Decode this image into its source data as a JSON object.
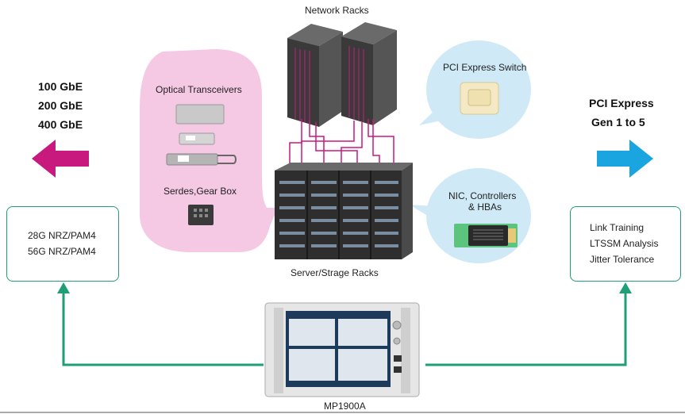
{
  "network_racks_label": "Network Racks",
  "server_racks_label": "Server/Strage Racks",
  "instrument_label": "MP1900A",
  "left_panel": {
    "speeds": [
      "100 GbE",
      "200 GbE",
      "400 GbE"
    ],
    "arrow_color": "#c8197f",
    "box_lines": [
      "28G NRZ/PAM4",
      "56G NRZ/PAM4"
    ]
  },
  "right_panel": {
    "title_lines": [
      "PCI Express",
      "Gen 1 to 5"
    ],
    "arrow_color": "#1aa4e0",
    "box_lines": [
      "Link Training",
      "LTSSM Analysis",
      "Jitter Tolerance"
    ]
  },
  "pink_bubble": {
    "color": "#f5c9e3",
    "optical_label": "Optical Transceivers",
    "serdes_label": "Serdes,Gear Box"
  },
  "blue_bubbles": {
    "color": "#cfe9f7",
    "switch_label": "PCI Express Switch",
    "nic_label_lines": [
      "NIC, Controllers",
      "& HBAs"
    ]
  },
  "connector_color": "#1f9e78",
  "cable_color": "#c8197f"
}
